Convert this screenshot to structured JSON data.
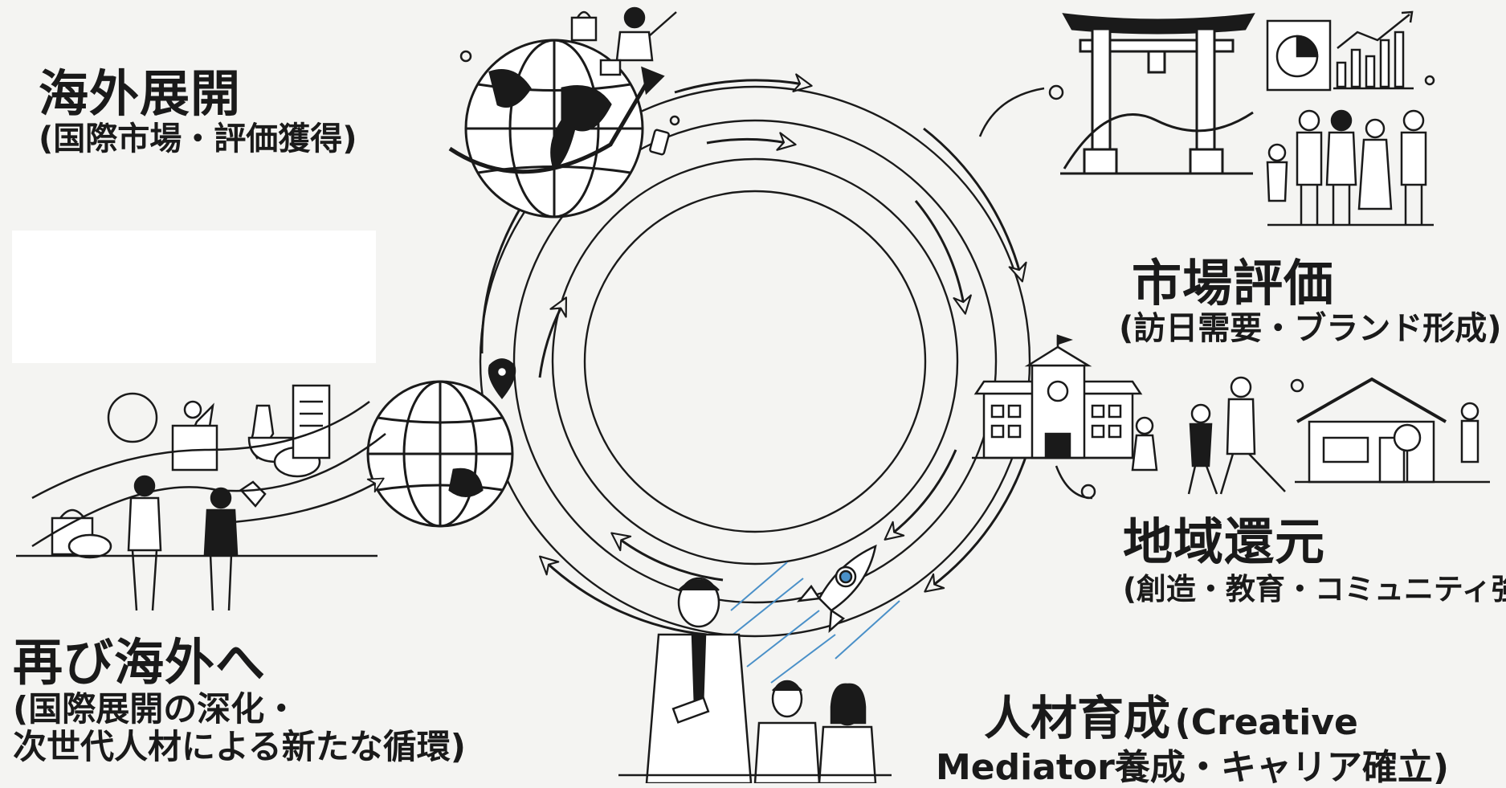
{
  "stages": {
    "overseas": {
      "title": "海外展開",
      "subtitle": "(国際市場・評価獲得)"
    },
    "market": {
      "title": "市場評価",
      "subtitle": "(訪日需要・ブランド形成)"
    },
    "regional": {
      "title": "地域還元",
      "subtitle": "(創造・教育・コミュニティ強化)"
    },
    "talent": {
      "title": "人材育成",
      "subtitle_line1": "(Creative",
      "subtitle_line2": "Mediator養成・キャリア確立)"
    },
    "again": {
      "title": "再び海外へ",
      "subtitle_line1": "(国際展開の深化・",
      "subtitle_line2": "次世代人材による新たな循環)"
    }
  },
  "icons": [
    "globe-icon",
    "businessman-icon",
    "shopping-bag-icon",
    "smartphone-icon",
    "torii-gate-icon",
    "pie-chart-icon",
    "bar-chart-icon",
    "tourists-icon",
    "school-building-icon",
    "family-icon",
    "house-icon",
    "rocket-icon",
    "teacher-icon",
    "students-icon",
    "location-pin-icon",
    "craft-goods-icon",
    "people-icon"
  ],
  "colors": {
    "ink": "#1a1a1a",
    "background": "#f4f4f2",
    "accent_blue": "#4a90c8"
  }
}
